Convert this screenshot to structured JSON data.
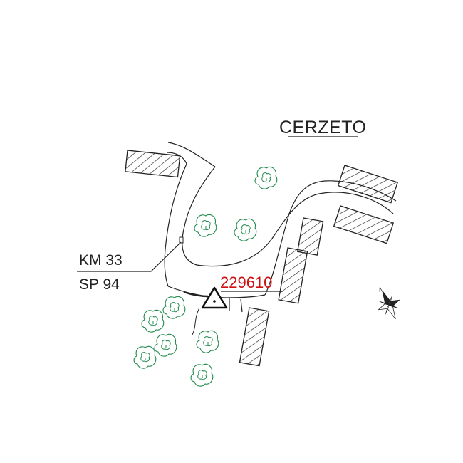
{
  "map": {
    "town_label": "CERZETO",
    "road_km_label": "KM 33",
    "road_name_label": "SP 94",
    "benchmark_id": "229610",
    "compass_letter": "N"
  },
  "colors": {
    "linework": "#222222",
    "benchmark_id": "#d01010",
    "trees": "#1f8a4c",
    "background": "#ffffff"
  },
  "icons": {
    "benchmark": "triangle-survey-marker-icon",
    "north": "compass-rose-icon",
    "tree": "tree-symbol-icon"
  }
}
